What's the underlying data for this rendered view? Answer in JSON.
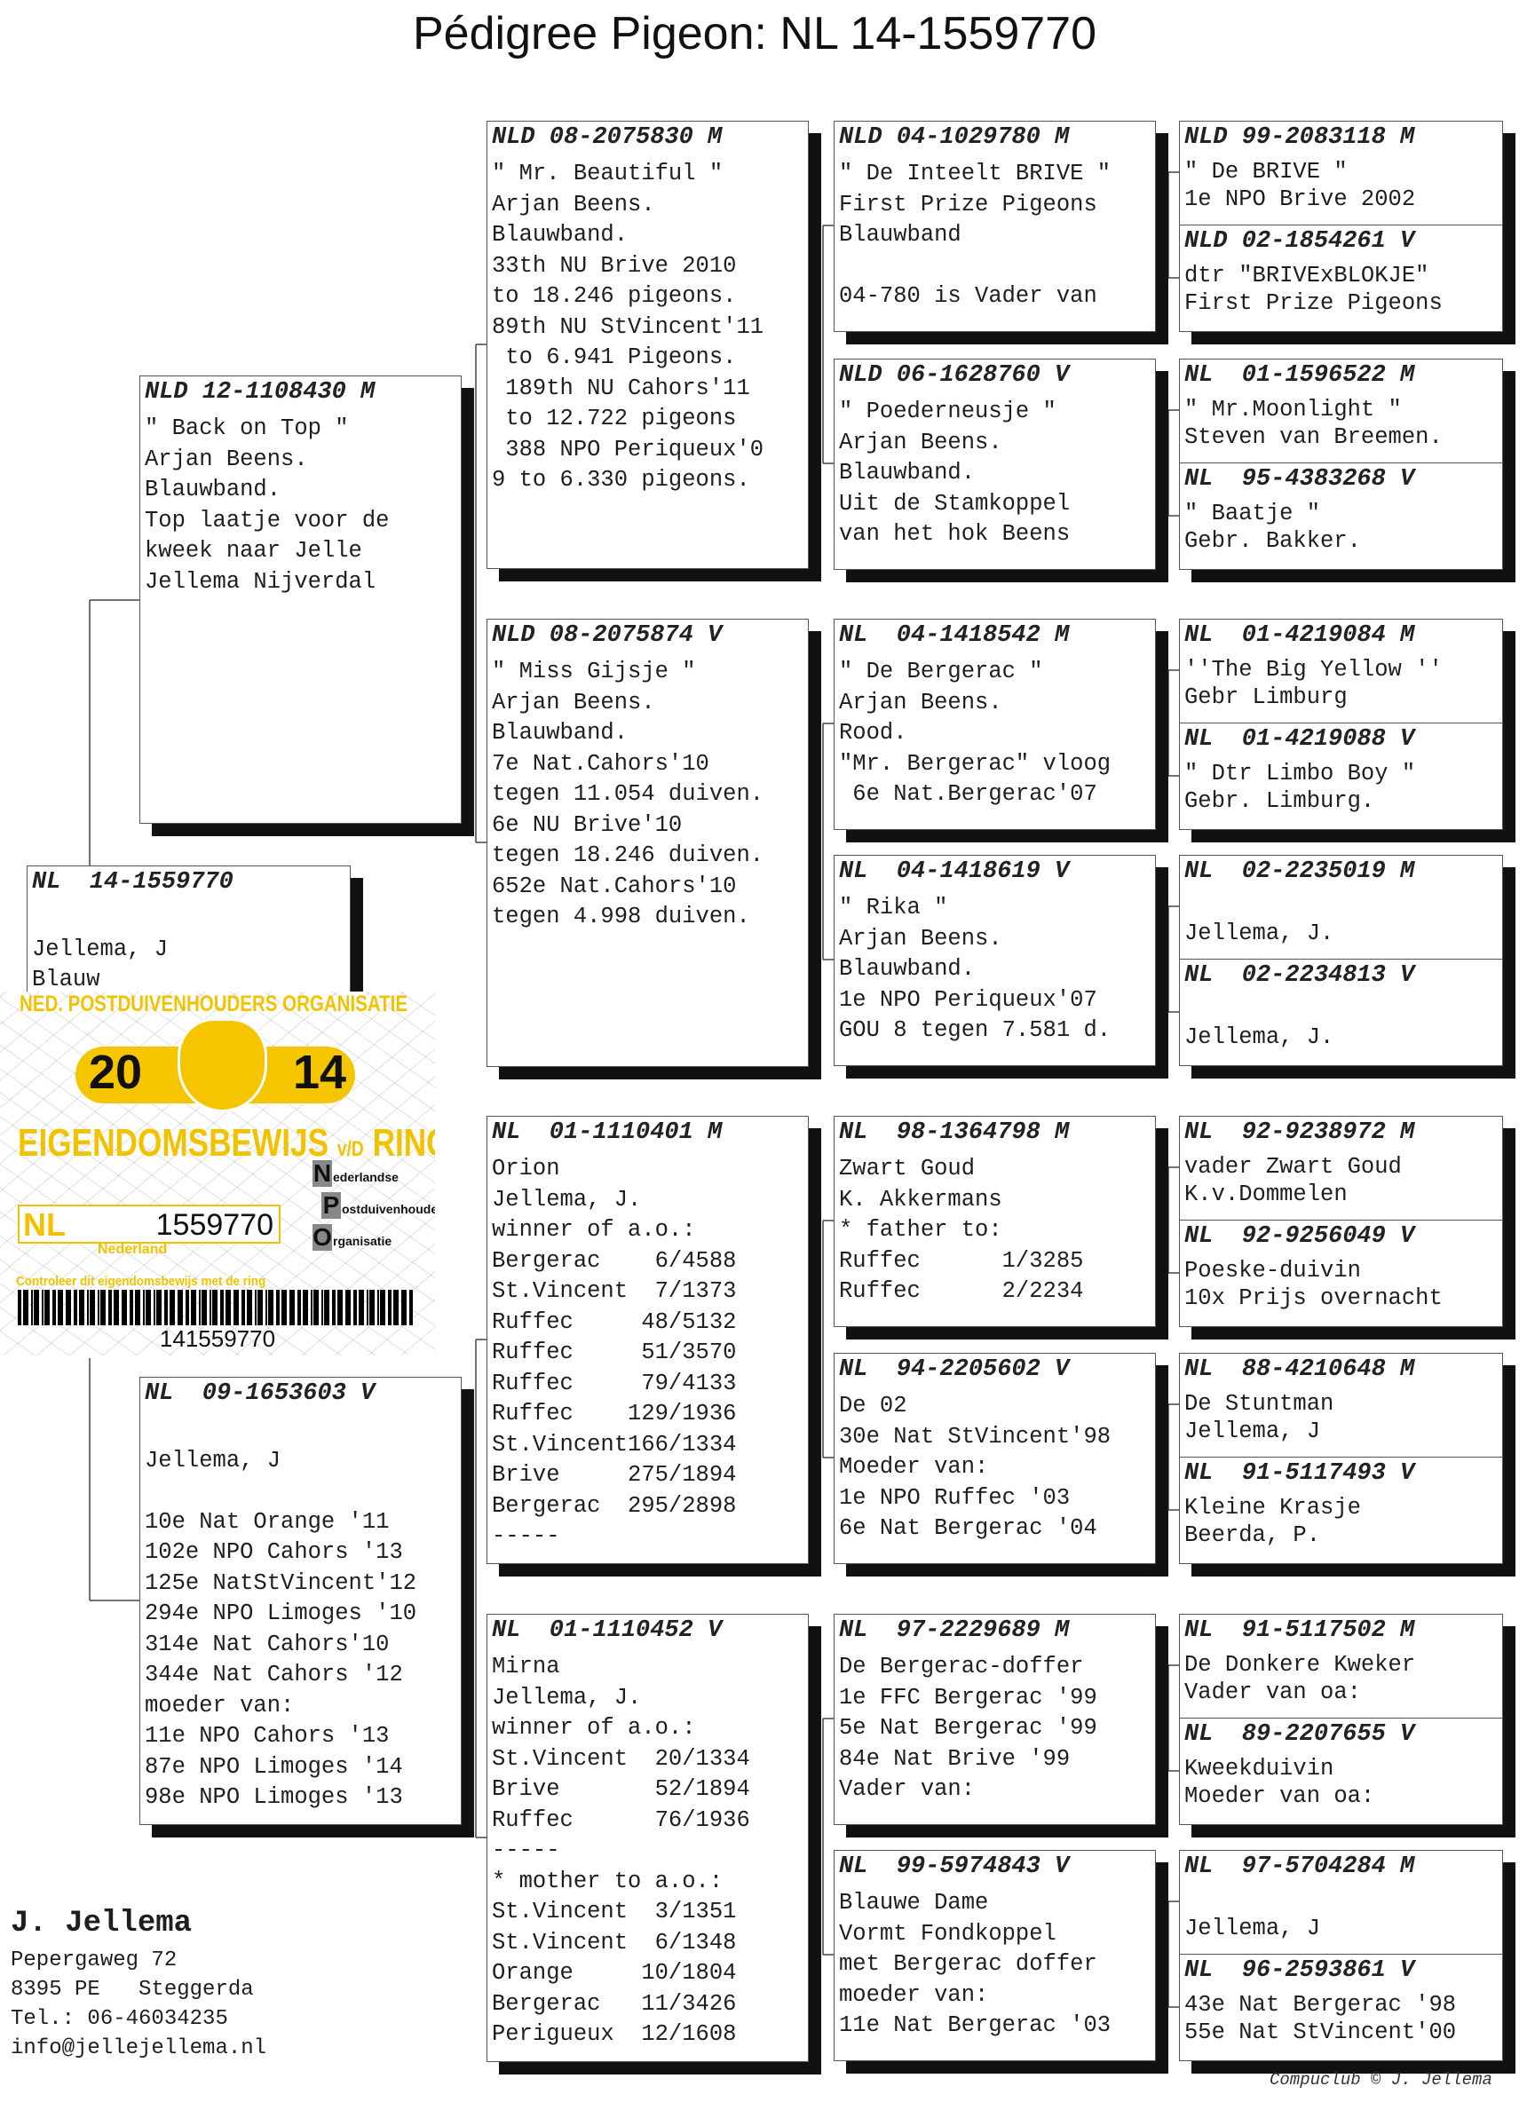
{
  "title": "Pédigree Pigeon: NL  14-1559770",
  "subject": {
    "header": "NL  14-1559770",
    "lines": [
      "",
      "Jellema, J",
      "Blauw"
    ]
  },
  "gen1": [
    {
      "header": "NLD 12-1108430 M",
      "lines": [
        "\" Back on Top \"",
        "Arjan Beens.",
        "Blauwband.",
        "Top laatje voor de",
        "kweek naar Jelle",
        "Jellema Nijverdal"
      ]
    },
    {
      "header": "NL  09-1653603 V",
      "lines": [
        "",
        "Jellema, J",
        "",
        "10e Nat Orange '11",
        "102e NPO Cahors '13",
        "125e NatStVincent'12",
        "294e NPO Limoges '10",
        "314e Nat Cahors'10",
        "344e Nat Cahors '12",
        "moeder van:",
        "11e NPO Cahors '13",
        "87e NPO Limoges '14",
        "98e NPO Limoges '13"
      ]
    }
  ],
  "gen2": [
    {
      "header": "NLD 08-2075830 M",
      "lines": [
        "\" Mr. Beautiful \"",
        "Arjan Beens.",
        "Blauwband.",
        "33th NU Brive 2010",
        "to 18.246 pigeons.",
        "89th NU StVincent'11",
        " to 6.941 Pigeons.",
        " 189th NU Cahors'11",
        " to 12.722 pigeons",
        " 388 NPO Periqueux'0",
        "9 to 6.330 pigeons."
      ]
    },
    {
      "header": "NLD 08-2075874 V",
      "lines": [
        "\" Miss Gijsje \"",
        "Arjan Beens.",
        "Blauwband.",
        "7e Nat.Cahors'10",
        "tegen 11.054 duiven.",
        "6e NU Brive'10",
        "tegen 18.246 duiven.",
        "652e Nat.Cahors'10",
        "tegen 4.998 duiven."
      ]
    },
    {
      "header": "NL  01-1110401 M",
      "lines": [
        "Orion",
        "Jellema, J.",
        "winner of a.o.:",
        "Bergerac    6/4588",
        "St.Vincent  7/1373",
        "Ruffec     48/5132",
        "Ruffec     51/3570",
        "Ruffec     79/4133",
        "Ruffec    129/1936",
        "St.Vincent166/1334",
        "Brive     275/1894",
        "Bergerac  295/2898",
        "-----"
      ]
    },
    {
      "header": "NL  01-1110452 V",
      "lines": [
        "Mirna",
        "Jellema, J.",
        "winner of a.o.:",
        "St.Vincent  20/1334",
        "Brive       52/1894",
        "Ruffec      76/1936",
        "-----",
        "* mother to a.o.:",
        "St.Vincent  3/1351",
        "St.Vincent  6/1348",
        "Orange     10/1804",
        "Bergerac   11/3426",
        "Perigueux  12/1608"
      ]
    }
  ],
  "gen3": [
    {
      "header": "NLD 04-1029780 M",
      "lines": [
        "\" De Inteelt BRIVE \"",
        "First Prize Pigeons",
        "Blauwband",
        "",
        "04-780 is Vader van"
      ]
    },
    {
      "header": "NLD 06-1628760 V",
      "lines": [
        "\" Poederneusje \"",
        "Arjan Beens.",
        "Blauwband.",
        "Uit de Stamkoppel",
        "van het hok Beens"
      ]
    },
    {
      "header": "NL  04-1418542 M",
      "lines": [
        "\" De Bergerac \"",
        "Arjan Beens.",
        "Rood.",
        "\"Mr. Bergerac\" vloog",
        " 6e Nat.Bergerac'07"
      ]
    },
    {
      "header": "NL  04-1418619 V",
      "lines": [
        "\" Rika \"",
        "Arjan Beens.",
        "Blauwband.",
        "1e NPO Periqueux'07",
        "GOU 8 tegen 7.581 d."
      ]
    },
    {
      "header": "NL  98-1364798 M",
      "lines": [
        "Zwart Goud",
        "K. Akkermans",
        "* father to:",
        "Ruffec      1/3285",
        "Ruffec      2/2234"
      ]
    },
    {
      "header": "NL  94-2205602 V",
      "lines": [
        "De 02",
        "30e Nat StVincent'98",
        "Moeder van:",
        "1e NPO Ruffec '03",
        "6e Nat Bergerac '04"
      ]
    },
    {
      "header": "NL  97-2229689 M",
      "lines": [
        "De Bergerac-doffer",
        "1e FFC Bergerac '99",
        "5e Nat Bergerac '99",
        "84e Nat Brive '99",
        "Vader van:"
      ]
    },
    {
      "header": "NL  99-5974843 V",
      "lines": [
        "Blauwe Dame",
        "Vormt Fondkoppel",
        "met Bergerac doffer",
        "moeder van:",
        "11e Nat Bergerac '03"
      ]
    }
  ],
  "gen4": [
    {
      "header": "NLD 99-2083118 M",
      "lines": [
        "\" De BRIVE \"",
        "1e NPO Brive 2002"
      ]
    },
    {
      "header": "NLD 02-1854261 V",
      "lines": [
        "dtr \"BRIVExBLOKJE\"",
        "First Prize Pigeons"
      ]
    },
    {
      "header": "NL  01-1596522 M",
      "lines": [
        "\" Mr.Moonlight \"",
        "Steven van Breemen."
      ]
    },
    {
      "header": "NL  95-4383268 V",
      "lines": [
        "\" Baatje \"",
        "Gebr. Bakker."
      ]
    },
    {
      "header": "NL  01-4219084 M",
      "lines": [
        "''The Big Yellow ''",
        "Gebr Limburg"
      ]
    },
    {
      "header": "NL  01-4219088 V",
      "lines": [
        "\" Dtr Limbo Boy \"",
        "Gebr. Limburg."
      ]
    },
    {
      "header": "NL  02-2235019 M",
      "lines": [
        "",
        "Jellema, J."
      ]
    },
    {
      "header": "NL  02-2234813 V",
      "lines": [
        "",
        "Jellema, J."
      ]
    },
    {
      "header": "NL  92-9238972 M",
      "lines": [
        "vader Zwart Goud",
        "K.v.Dommelen"
      ]
    },
    {
      "header": "NL  92-9256049 V",
      "lines": [
        "Poeske-duivin",
        "10x Prijs overnacht"
      ]
    },
    {
      "header": "NL  88-4210648 M",
      "lines": [
        "De Stuntman",
        "Jellema, J"
      ]
    },
    {
      "header": "NL  91-5117493 V",
      "lines": [
        "Kleine Krasje",
        "Beerda, P."
      ]
    },
    {
      "header": "NL  91-5117502 M",
      "lines": [
        "De Donkere Kweker",
        "Vader van oa:"
      ]
    },
    {
      "header": "NL  89-2207655 V",
      "lines": [
        "Kweekduivin",
        "Moeder van oa:"
      ]
    },
    {
      "header": "NL  97-5704284 M",
      "lines": [
        "",
        "Jellema, J"
      ]
    },
    {
      "header": "NL  96-2593861 V",
      "lines": [
        "43e Nat Bergerac '98",
        "55e Nat StVincent'00"
      ]
    }
  ],
  "certificate": {
    "org": "NED. POSTDUIVENHOUDERS ORGANISATIE",
    "year_left": "20",
    "year_right": "14",
    "title": "EIGENDOMSBEWIJS",
    "title_mid": "v/D",
    "title_end": "RING",
    "country": "NL",
    "ring": "1559770",
    "country_name": "Nederland",
    "notice": "Controleer dit eigendomsbewijs met de ring",
    "npo": [
      {
        "letter": "N",
        "rest": "ederlandse"
      },
      {
        "letter": "P",
        "rest": "ostduivenhouders"
      },
      {
        "letter": "O",
        "rest": "rganisatie"
      }
    ],
    "barcode": "141559770",
    "colors": {
      "yellow": "#f2c200"
    }
  },
  "footer": {
    "name": "J. Jellema",
    "address": [
      "Pepergaweg 72",
      "8395 PE   Steggerda",
      "Tel.: 06-46034235",
      "info@jellejellema.nl"
    ],
    "credit": "Compuclub © J. Jellema"
  }
}
